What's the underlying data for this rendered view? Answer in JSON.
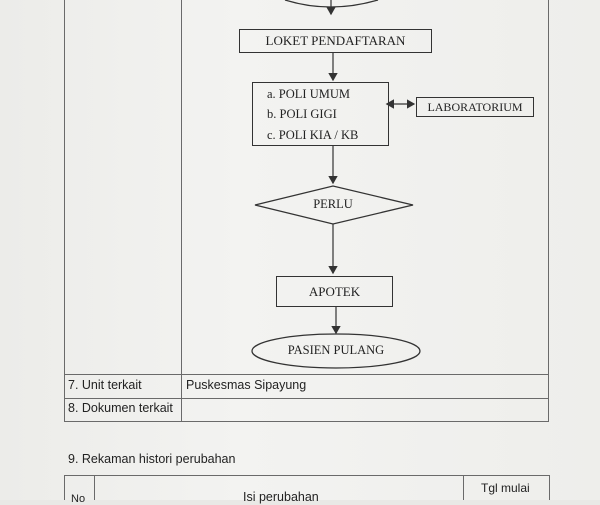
{
  "flowchart": {
    "loket": "LOKET PENDAFTARAN",
    "poli_items": [
      "a.  POLI UMUM",
      "b.  POLI GIGI",
      "c.  POLI KIA / KB"
    ],
    "laboratorium": "LABORATORIUM",
    "perlu": "PERLU",
    "apotek": "APOTEK",
    "pasien_pulang": "PASIEN PULANG"
  },
  "table_rows": [
    {
      "label": "7. Unit terkait",
      "value": "Puskesmas Sipayung"
    },
    {
      "label": "8. Dokumen terkait",
      "value": ""
    }
  ],
  "history": {
    "heading": "9. Rekaman histori perubahan",
    "col_no": "No",
    "col_isi": "Isi perubahan",
    "col_tgl": "Tgl mulai"
  }
}
